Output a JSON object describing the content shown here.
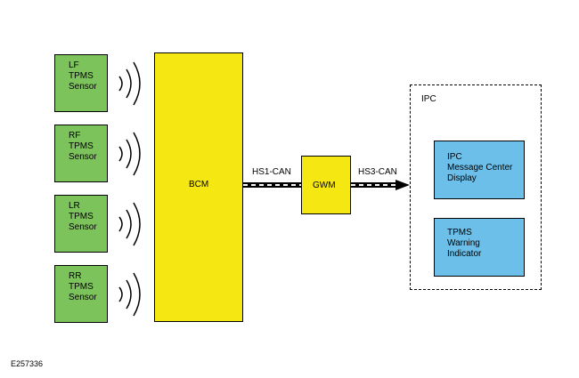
{
  "sensors": [
    {
      "label": "LF\nTPMS\nSensor"
    },
    {
      "label": "RF\nTPMS\nSensor"
    },
    {
      "label": "LR\nTPMS\nSensor"
    },
    {
      "label": "RR\nTPMS\nSensor"
    }
  ],
  "bcm": {
    "label": "BCM"
  },
  "gwm": {
    "label": "GWM"
  },
  "links": {
    "hs1": "HS1-CAN",
    "hs3": "HS3-CAN"
  },
  "ipc": {
    "label": "IPC",
    "message_center": "IPC\nMessage Center\nDisplay",
    "warning_indicator": "TPMS\nWarning\nIndicator"
  },
  "figure_id": "E257336",
  "colors": {
    "sensor": "#7dc35b",
    "module": "#f5e711",
    "ipc_item": "#6bbfe9"
  }
}
